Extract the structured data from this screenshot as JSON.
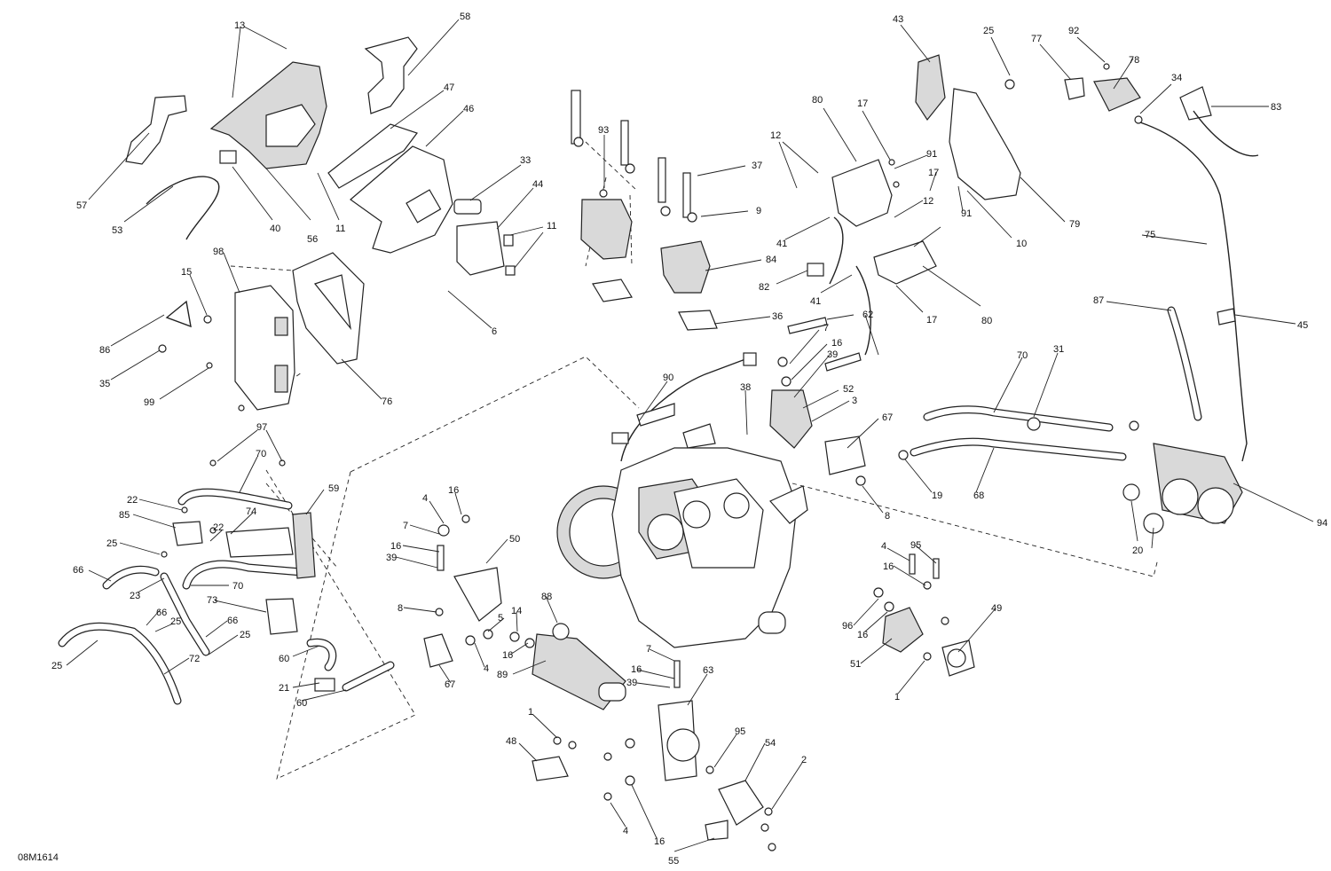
{
  "diagram": {
    "drawing_code": "08M1614",
    "callouts": [
      "13",
      "58",
      "47",
      "46",
      "57",
      "53",
      "40",
      "56",
      "11",
      "33",
      "44",
      "11",
      "6",
      "93",
      "37",
      "9",
      "84",
      "36",
      "43",
      "25",
      "92",
      "77",
      "78",
      "34",
      "83",
      "80",
      "17",
      "12",
      "91",
      "17",
      "12",
      "91",
      "10",
      "79",
      "75",
      "41",
      "82",
      "41",
      "80",
      "17",
      "62",
      "7",
      "16",
      "39",
      "52",
      "3",
      "67",
      "8",
      "70",
      "31",
      "87",
      "45",
      "19",
      "68",
      "94",
      "20",
      "98",
      "15",
      "86",
      "35",
      "99",
      "76",
      "90",
      "38",
      "97",
      "70",
      "22",
      "85",
      "74",
      "22",
      "59",
      "25",
      "66",
      "70",
      "23",
      "73",
      "66",
      "25",
      "66",
      "25",
      "25",
      "72",
      "60",
      "21",
      "60",
      "4",
      "16",
      "7",
      "50",
      "16",
      "39",
      "8",
      "5",
      "14",
      "88",
      "4",
      "16",
      "67",
      "89",
      "7",
      "16",
      "39",
      "63",
      "1",
      "48",
      "95",
      "54",
      "2",
      "4",
      "16",
      "55",
      "4",
      "95",
      "16",
      "96",
      "16",
      "49",
      "51",
      "1"
    ]
  }
}
